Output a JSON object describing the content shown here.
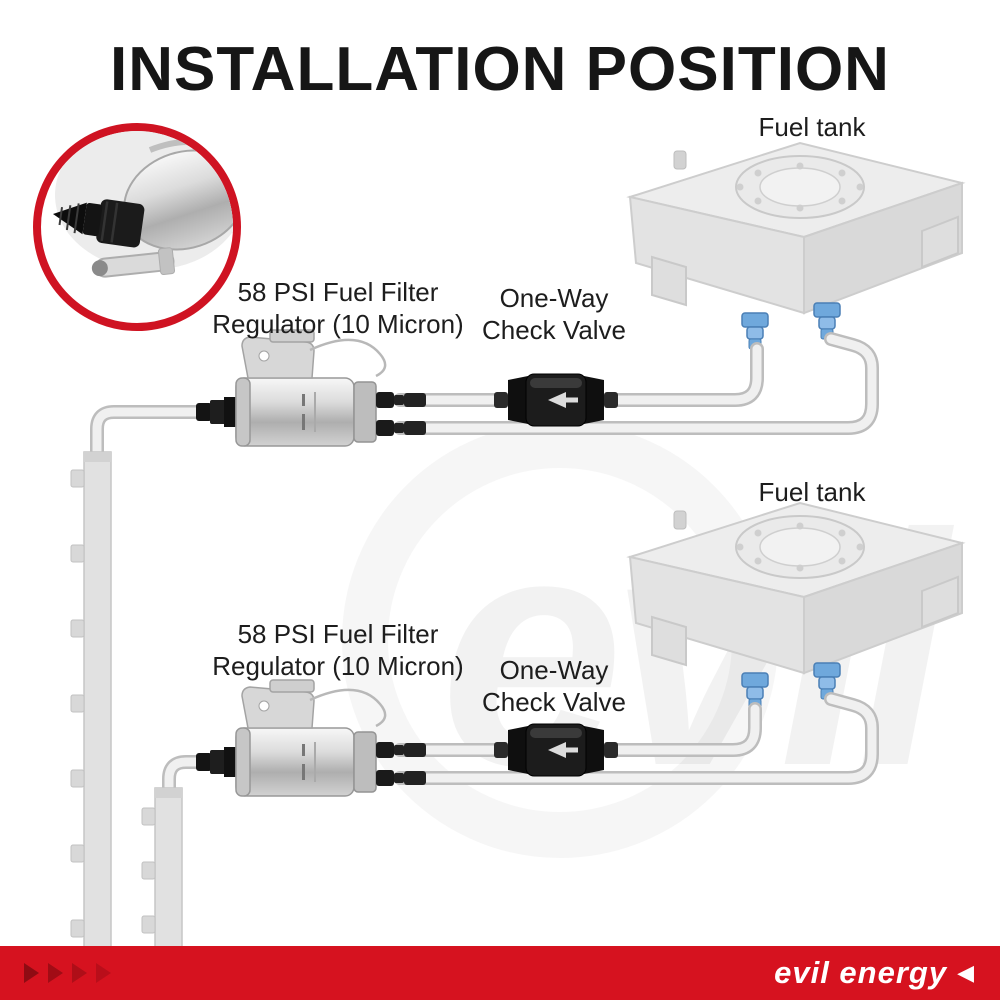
{
  "title": "INSTALLATION POSITION",
  "watermark_text": "evil",
  "inset": {
    "description": "fuel-filter-regulator-closeup"
  },
  "sections": {
    "top": {
      "tank_label": "Fuel tank",
      "filter_label_line1": "58 PSI Fuel Filter",
      "filter_label_line2": "Regulator (10 Micron)",
      "valve_label_line1": "One-Way",
      "valve_label_line2": "Check Valve"
    },
    "bottom": {
      "tank_label": "Fuel tank",
      "filter_label_line1": "58 PSI Fuel Filter",
      "filter_label_line2": "Regulator (10 Micron)",
      "valve_label_line1": "One-Way",
      "valve_label_line2": "Check Valve"
    }
  },
  "footer": {
    "brand": "evil energy",
    "arrow_glyph": "◀"
  },
  "colors": {
    "banner_red": "#d6121f",
    "ring_red": "#cf1322",
    "title_black": "#161616",
    "label_dark": "#1d1d1d",
    "hose_gray": "#bdbdbd",
    "blue_fitting": "#6fa8dc"
  }
}
